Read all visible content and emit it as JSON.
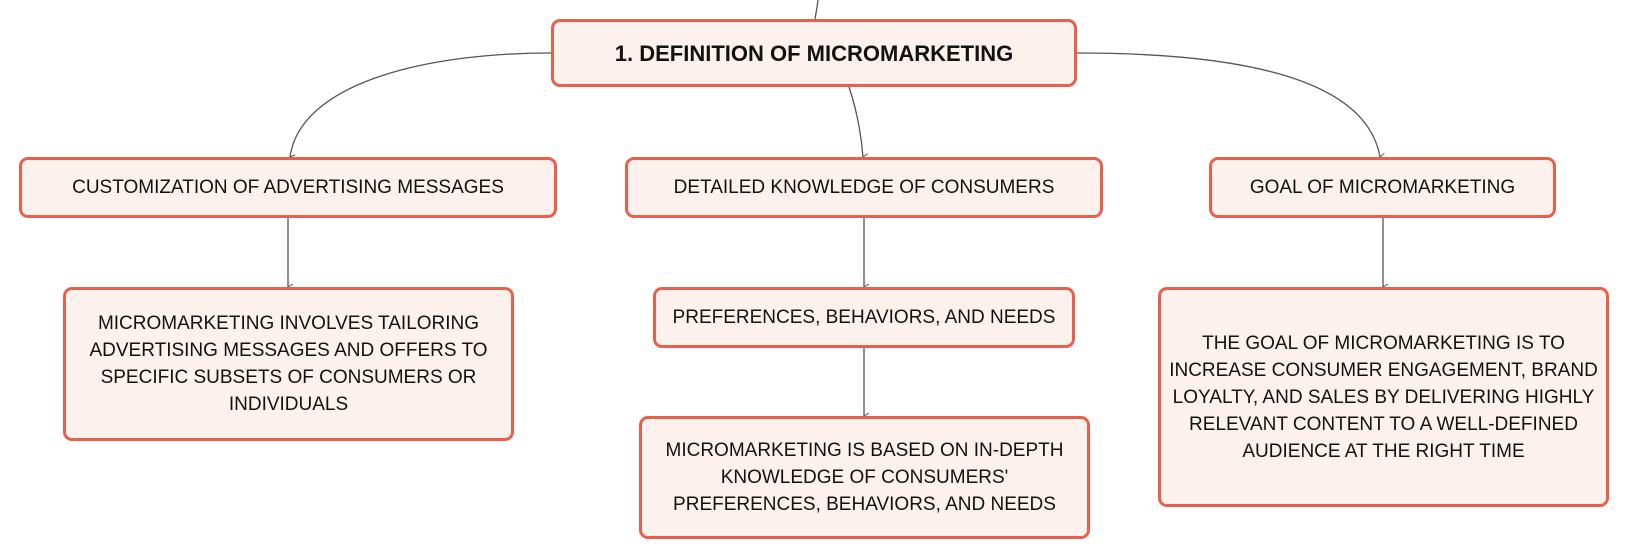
{
  "diagram": {
    "type": "mind-map",
    "colors": {
      "node_border": "#e8604c",
      "node_fill": "#fdf1ee",
      "connector": "#555555",
      "text": "#111111"
    },
    "root": {
      "label": "1. DEFINITION OF MICROMARKETING"
    },
    "branches": [
      {
        "label": "CUSTOMIZATION OF ADVERTISING MESSAGES",
        "children": [
          "MICROMARKETING INVOLVES TAILORING ADVERTISING MESSAGES AND OFFERS TO SPECIFIC SUBSETS OF CONSUMERS OR INDIVIDUALS"
        ]
      },
      {
        "label": "DETAILED KNOWLEDGE OF CONSUMERS",
        "children": [
          "PREFERENCES, BEHAVIORS, AND NEEDS",
          "MICROMARKETING IS BASED ON IN-DEPTH KNOWLEDGE OF CONSUMERS' PREFERENCES, BEHAVIORS, AND NEEDS"
        ]
      },
      {
        "label": "GOAL OF MICROMARKETING",
        "children": [
          "THE GOAL OF MICROMARKETING IS TO INCREASE CONSUMER ENGAGEMENT, BRAND LOYALTY, AND SALES BY DELIVERING HIGHLY RELEVANT CONTENT TO A WELL-DEFINED AUDIENCE AT THE RIGHT TIME"
        ]
      }
    ]
  }
}
